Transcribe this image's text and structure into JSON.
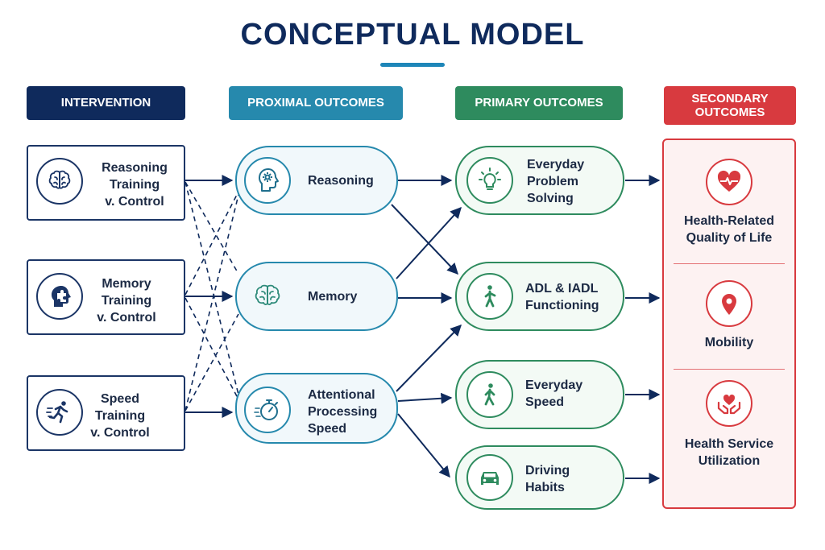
{
  "title": "CONCEPTUAL MODEL",
  "colors": {
    "navy": "#1b3566",
    "teal": "#2689ad",
    "green": "#2e8b5e",
    "red": "#d83a3f"
  },
  "headers": {
    "intervention": "INTERVENTION",
    "proximal": "PROXIMAL OUTCOMES",
    "primary": "PRIMARY OUTCOMES",
    "secondary_line1": "SECONDARY",
    "secondary_line2": "OUTCOMES"
  },
  "interventions": [
    {
      "icon": "brain-icon",
      "line1": "Reasoning",
      "line2": "Training",
      "line3": "v. Control"
    },
    {
      "icon": "head-puzzle-icon",
      "line1": "Memory",
      "line2": "Training",
      "line3": "v. Control"
    },
    {
      "icon": "runner-icon",
      "line1": "Speed",
      "line2": "Training",
      "line3": "v. Control"
    }
  ],
  "proximal": [
    {
      "icon": "head-gear-icon",
      "line1": "Reasoning"
    },
    {
      "icon": "brain-icon",
      "line1": "Memory"
    },
    {
      "icon": "stopwatch-icon",
      "line1": "Attentional",
      "line2": "Processing",
      "line3": "Speed"
    }
  ],
  "primary": [
    {
      "icon": "lightbulb-icon",
      "line1": "Everyday",
      "line2": "Problem",
      "line3": "Solving"
    },
    {
      "icon": "walking-person-icon",
      "line1": "ADL & IADL",
      "line2": "Functioning"
    },
    {
      "icon": "walking-person-icon",
      "line1": "Everyday",
      "line2": "Speed"
    },
    {
      "icon": "car-icon",
      "line1": "Driving",
      "line2": "Habits"
    }
  ],
  "secondary": [
    {
      "icon": "heart-pulse-icon",
      "line1": "Health-Related",
      "line2": "Quality of Life"
    },
    {
      "icon": "location-pin-icon",
      "line1": "Mobility"
    },
    {
      "icon": "heart-hands-icon",
      "line1": "Health Service",
      "line2": "Utilization"
    }
  ]
}
